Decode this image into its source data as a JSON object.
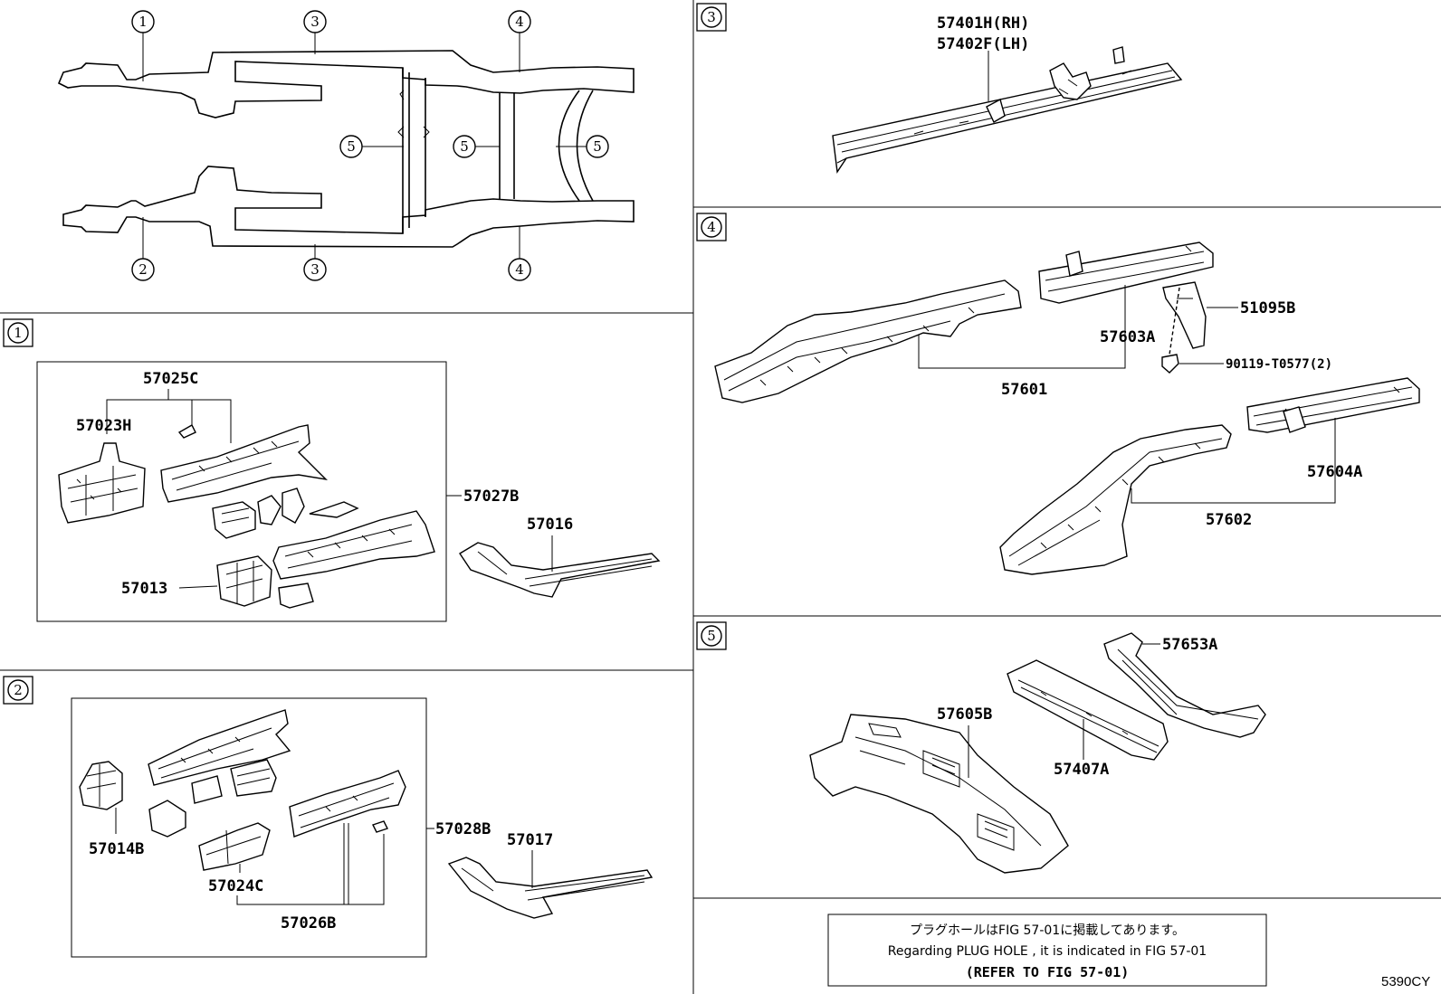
{
  "callouts": {
    "c1": "1",
    "c2": "2",
    "c3": "3",
    "c4": "4",
    "c5": "5"
  },
  "parts": {
    "p57401H": "57401H(RH)",
    "p57402F": "57402F(LH)",
    "p57025C": "57025C",
    "p57023H": "57023H",
    "p57027B": "57027B",
    "p57016": "57016",
    "p57013": "57013",
    "p57014B": "57014B",
    "p57024C": "57024C",
    "p57026B": "57026B",
    "p57028B": "57028B",
    "p57017": "57017",
    "p51095B": "51095B",
    "p57603A": "57603A",
    "p90119": "90119-T0577(2)",
    "p57601": "57601",
    "p57604A": "57604A",
    "p57602": "57602",
    "p57653A": "57653A",
    "p57605B": "57605B",
    "p57407A": "57407A"
  },
  "note": {
    "line1": "プラグホールはFIG 57-01に掲載してあります。",
    "line2": "Regarding  PLUG  HOLE , it is indicated in FIG 57-01",
    "line3": "(REFER TO FIG 57-01)"
  },
  "diagram_code": "5390CY"
}
